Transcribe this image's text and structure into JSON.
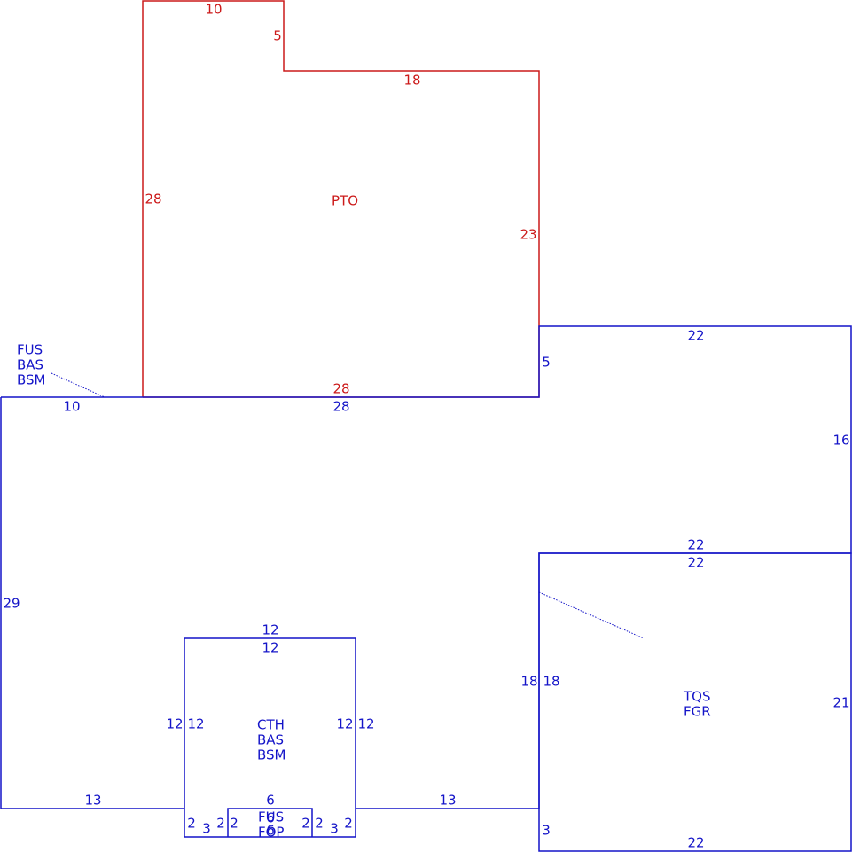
{
  "colors": {
    "red": "#cc1a1a",
    "blue": "#1414c8"
  },
  "patio": {
    "code": "PTO",
    "dims": {
      "top": "10",
      "step_down": "5",
      "upper_right": "18",
      "left": "28",
      "right": "23",
      "bottom": "28"
    }
  },
  "main": {
    "codes": [
      "FUS",
      "BAS",
      "BSM"
    ],
    "dims": {
      "top_left": "10",
      "top_mid": "28",
      "step_up": "5",
      "top_right": "22",
      "right": "16",
      "left": "29",
      "bottom_left": "13",
      "bottom_mid": "13",
      "garage_left_outer": "18"
    }
  },
  "garage": {
    "codes": [
      "TQS",
      "FGR"
    ],
    "dims": {
      "top_outer": "22",
      "top_inner": "22",
      "left": "18",
      "right": "21",
      "bottom": "22",
      "bottom_left": "3"
    }
  },
  "cth": {
    "codes": [
      "CTH",
      "BAS",
      "BSM"
    ],
    "dims": {
      "top_outer": "12",
      "top_inner": "12",
      "left_outer": "12",
      "left_inner": "12",
      "right_inner": "12",
      "right_outer": "12",
      "bottom": "6"
    }
  },
  "porch": {
    "codes": [
      "FUS",
      "FOP"
    ],
    "dims": {
      "left_a": "2",
      "left_b": "3",
      "left_c": "2",
      "left_d": "2",
      "right_a": "2",
      "right_b": "2",
      "right_c": "3",
      "right_d": "2",
      "inner_a": "6",
      "inner_b": "6"
    }
  }
}
